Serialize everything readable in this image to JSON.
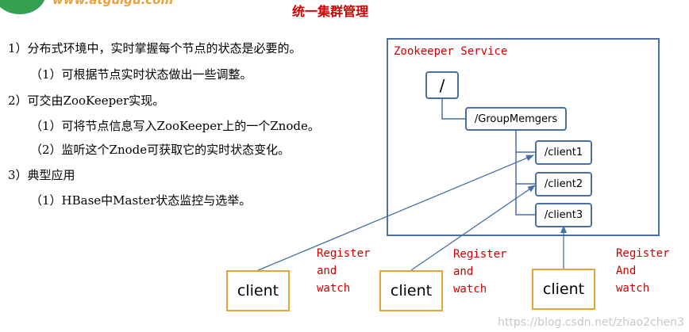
{
  "header": {
    "logo_text": "www.atguigu.com",
    "title": "统一集群管理"
  },
  "content": {
    "lines": [
      "1）分布式环境中，实时掌握每个节点的状态是必要的。",
      "（1）可根据节点实时状态做出一些调整。",
      "2）可交由ZooKeeper实现。",
      "（1）可将节点信息写入ZooKeeper上的一个Znode。",
      "（2）监听这个Znode可获取它的实时状态变化。",
      "3）典型应用",
      "（1）HBase中Master状态监控与选举。"
    ]
  },
  "diagram": {
    "service_label": "Zookeeper Service",
    "root_node": "/",
    "group_node": "/GroupMemgers",
    "child_nodes": [
      "/client1",
      "/client2",
      "/client3"
    ],
    "clients": [
      "client",
      "client",
      "client"
    ],
    "register_labels": [
      [
        "Register",
        "and",
        "watch"
      ],
      [
        "Register",
        "and",
        "watch"
      ],
      [
        "Register",
        "And",
        "watch"
      ]
    ],
    "colors": {
      "box_border": "#4a6fa5",
      "client_border": "#e8a23a",
      "label_red": "#d00000",
      "logo_green": "#35a050"
    }
  },
  "watermark": "https://blog.csdn.net/zhao2chen3"
}
